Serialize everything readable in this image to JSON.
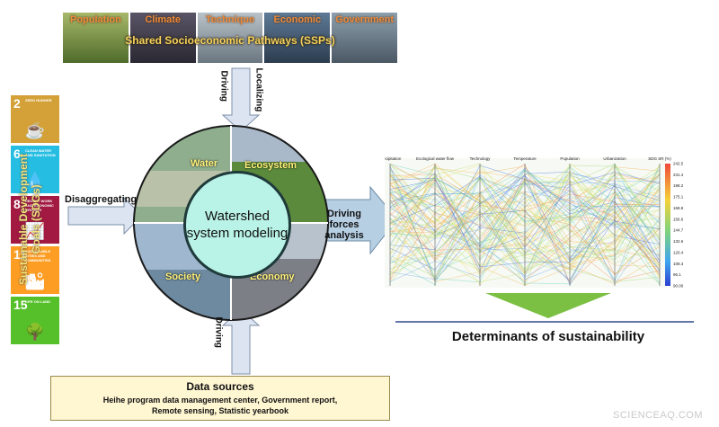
{
  "ssp": {
    "title": "Shared Socioeconomic Pathways (SSPs)",
    "photos": [
      {
        "label": "Population",
        "color": "#6f8f3a"
      },
      {
        "label": "Climate",
        "color": "#3d3a46"
      },
      {
        "label": "Technique",
        "color": "#7f8a93"
      },
      {
        "label": "Economic",
        "color": "#3e5266"
      },
      {
        "label": "Government",
        "color": "#5a6a78"
      }
    ]
  },
  "flow": {
    "localizing": "Localizing",
    "driving_top": "Driving",
    "disaggregating": "Disaggregating",
    "driving_bottom": "Driving",
    "driving_forces": "Driving forces analysis"
  },
  "sdg": {
    "vertical_title": "Sustainable Development Goals (SDGs)",
    "tiles": [
      {
        "num": "2",
        "text": "ZERO HUNGER",
        "color": "#d4a138",
        "icon": "food-icon",
        "glyph": "☕"
      },
      {
        "num": "6",
        "text": "CLEAN WATER AND SANITATION",
        "color": "#26bde2",
        "icon": "water-icon",
        "glyph": "💧"
      },
      {
        "num": "8",
        "text": "DECENT WORK AND ECONOMIC GROWTH",
        "color": "#a21942",
        "icon": "growth-icon",
        "glyph": "📈"
      },
      {
        "num": "11",
        "text": "SUSTAINABLE CITIES AND COMMUNITIES",
        "color": "#fd9d24",
        "icon": "city-icon",
        "glyph": "🏙"
      },
      {
        "num": "15",
        "text": "LIFE ON LAND",
        "color": "#56c02b",
        "icon": "tree-icon",
        "glyph": "🌳"
      }
    ]
  },
  "watershed": {
    "center": "Watershed system modeling",
    "quadrants": {
      "water": "Water",
      "ecosystem": "Ecosystem",
      "society": "Society",
      "economy": "Economy"
    }
  },
  "chart_data": {
    "type": "parallel-coordinates",
    "axes": [
      "Precipitation",
      "Ecological water flow",
      "Technology",
      "Temperature",
      "Population",
      "Urbanization",
      "SDG SR (%)"
    ],
    "colorbar_ticks": [
      "242.5",
      "231.4",
      "198.2",
      "175.1",
      "168.8",
      "156.6",
      "144.7",
      "132.6",
      "120.4",
      "108.3",
      "96.1",
      "90.00"
    ]
  },
  "determinants": "Determinants of sustainability",
  "data_sources": {
    "title": "Data sources",
    "line1": "Heihe program data management center, Government report,",
    "line2": "Remote sensing, Statistic yearbook"
  },
  "watermark": "SCIENCEAQ.COM"
}
